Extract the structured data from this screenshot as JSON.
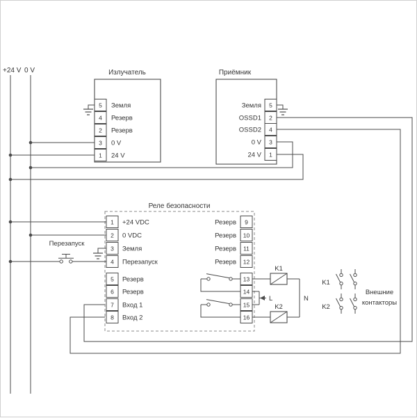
{
  "colors": {
    "line": "#4a4a4a",
    "text": "#333333",
    "background": "#ffffff"
  },
  "rails": {
    "v24": "+24 V",
    "v0": "0 V"
  },
  "emitter": {
    "title": "Излучатель",
    "pins": [
      {
        "num": "5",
        "label": "Земля"
      },
      {
        "num": "4",
        "label": "Резерв"
      },
      {
        "num": "2",
        "label": "Резерв"
      },
      {
        "num": "3",
        "label": "0 V"
      },
      {
        "num": "1",
        "label": "24 V"
      }
    ]
  },
  "receiver": {
    "title": "Приёмник",
    "pins": [
      {
        "num": "5",
        "label": "Земля"
      },
      {
        "num": "2",
        "label": "OSSD1"
      },
      {
        "num": "4",
        "label": "OSSD2"
      },
      {
        "num": "3",
        "label": "0 V"
      },
      {
        "num": "1",
        "label": "24 V"
      }
    ]
  },
  "relay": {
    "title": "Реле безопасности",
    "left_top": [
      {
        "num": "1",
        "label": "+24 VDC"
      },
      {
        "num": "2",
        "label": "0 VDC"
      },
      {
        "num": "3",
        "label": "Земля"
      },
      {
        "num": "4",
        "label": "Перезапуск"
      }
    ],
    "right_top": [
      {
        "num": "9",
        "label": "Резерв"
      },
      {
        "num": "10",
        "label": "Резерв"
      },
      {
        "num": "11",
        "label": "Резерв"
      },
      {
        "num": "12",
        "label": "Резерв"
      }
    ],
    "left_bottom": [
      {
        "num": "5",
        "label": "Резерв"
      },
      {
        "num": "6",
        "label": "Резерв"
      },
      {
        "num": "7",
        "label": "Вход 1"
      },
      {
        "num": "8",
        "label": "Вход 2"
      }
    ],
    "right_bottom": [
      {
        "num": "13"
      },
      {
        "num": "14"
      },
      {
        "num": "15"
      },
      {
        "num": "16"
      }
    ]
  },
  "restart_label": "Перезапуск",
  "output": {
    "k1": "K1",
    "k2": "K2",
    "line": "L",
    "neutral": "N"
  },
  "external": {
    "k1": "K1",
    "k2": "K2",
    "caption_line1": "Внешние",
    "caption_line2": "контакторы"
  }
}
